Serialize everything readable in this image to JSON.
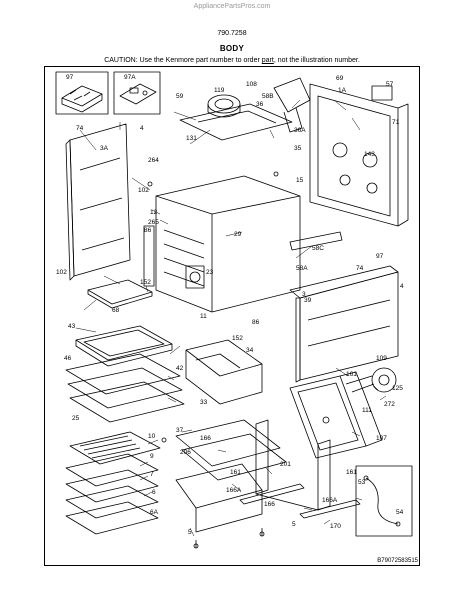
{
  "header": {
    "site": "AppliancePartsPros.com",
    "model": "790.7258",
    "title": "BODY",
    "caution_pre": "CAUTION: Use the Kenmore part number to order ",
    "caution_part": "part",
    "caution_post": ", not the illustration number."
  },
  "document_number": "B79072583515",
  "callouts": [
    "97",
    "97A",
    "108",
    "69",
    "57",
    "59",
    "119",
    "58B",
    "1A",
    "74",
    "4",
    "131",
    "36",
    "71",
    "3A",
    "36A",
    "264",
    "35",
    "143",
    "102",
    "15",
    "12",
    "265",
    "86",
    "29",
    "58C",
    "58A",
    "23",
    "97",
    "102",
    "74",
    "4",
    "152",
    "39",
    "68",
    "11",
    "86",
    "43",
    "152",
    "34",
    "46",
    "42",
    "109",
    "161",
    "125",
    "25",
    "33",
    "272",
    "111",
    "107",
    "10",
    "37",
    "166",
    "206",
    "9",
    "161",
    "201",
    "161",
    "7",
    "166A",
    "6",
    "166A",
    "53",
    "54",
    "6A",
    "166",
    "170",
    "5",
    "5",
    "3"
  ]
}
